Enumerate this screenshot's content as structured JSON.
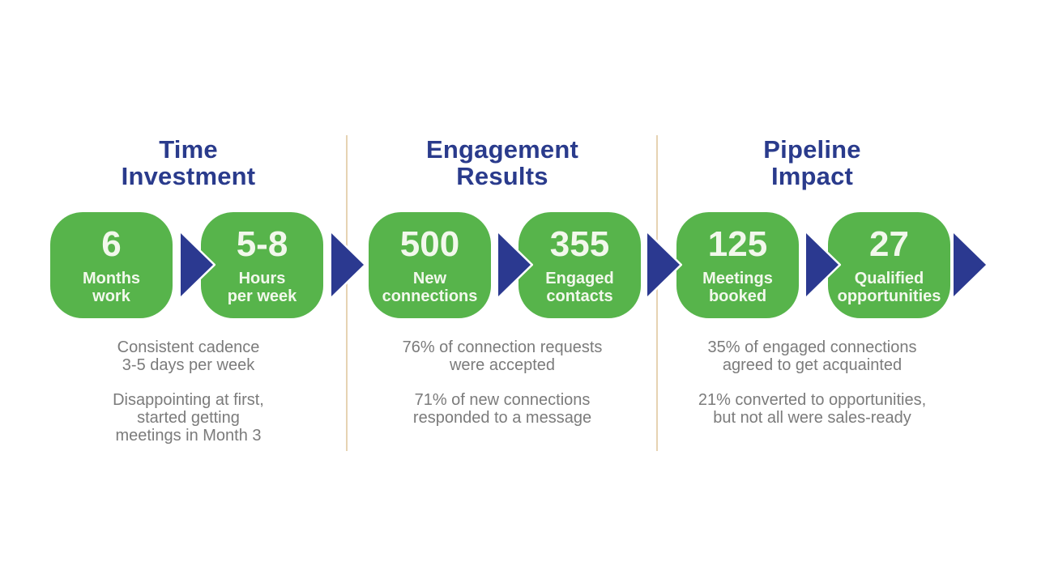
{
  "colors": {
    "bg": "#ffffff",
    "green": "#57b44b",
    "navy": "#2b3990",
    "header": "#2a3b8c",
    "note": "#7b7b7b",
    "divider": "#e6d3b3",
    "box_text": "#f2f8ec"
  },
  "sections": [
    {
      "header": "Time\nInvestment",
      "steps": [
        {
          "value": "6",
          "label": "Months\nwork"
        },
        {
          "value": "5-8",
          "label": "Hours\nper week"
        }
      ],
      "notes": [
        "Consistent cadence\n3-5 days per week",
        "Disappointing at first,\nstarted getting\nmeetings in Month 3"
      ]
    },
    {
      "header": "Engagement\nResults",
      "steps": [
        {
          "value": "500",
          "label": "New\nconnections"
        },
        {
          "value": "355",
          "label": "Engaged\ncontacts"
        }
      ],
      "notes": [
        "76% of connection requests\nwere accepted",
        "71% of new connections\nresponded to a message"
      ]
    },
    {
      "header": "Pipeline\nImpact",
      "steps": [
        {
          "value": "125",
          "label": "Meetings\nbooked"
        },
        {
          "value": "27",
          "label": "Qualified\nopportunities"
        }
      ],
      "notes": [
        "35% of engaged connections\nagreed to get acquainted",
        "21% converted to opportunities,\nbut not all were sales-ready"
      ]
    }
  ]
}
